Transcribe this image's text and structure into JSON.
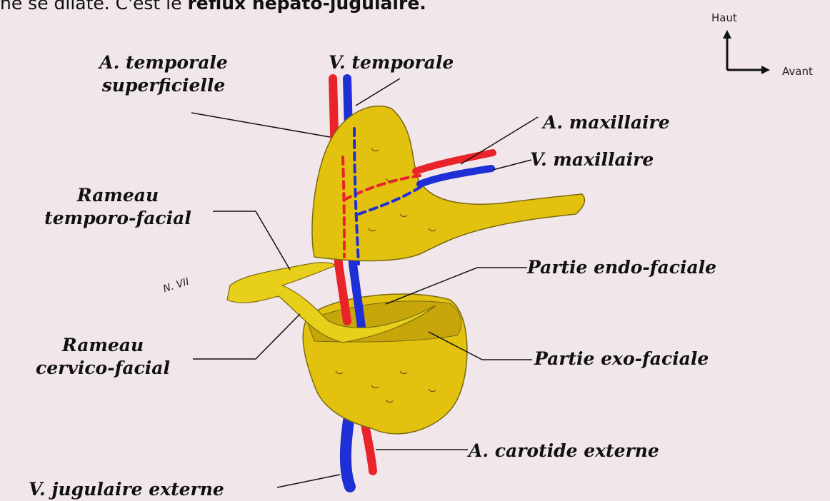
{
  "intro_line": {
    "prefix": "ne se dilate. C'est le ",
    "bold": "reflux hépato-jugulaire."
  },
  "orientation": {
    "up": "Haut",
    "forward": "Avant"
  },
  "labels": {
    "a_temporale_1": "A. temporale",
    "a_temporale_2": "superficielle",
    "v_temporale": "V. temporale",
    "a_maxillaire": "A. maxillaire",
    "v_maxillaire": "V. maxillaire",
    "rameau_tf_1": "Rameau",
    "rameau_tf_2": "temporo-facial",
    "partie_endo": "Partie endo-faciale",
    "rameau_cf_1": "Rameau",
    "rameau_cf_2": "cervico-facial",
    "partie_exo": "Partie exo-faciale",
    "a_carotide": "A. carotide externe",
    "v_jugulaire": "V. jugulaire externe",
    "nerve_mark": "N. VII"
  },
  "colors": {
    "background": "#f1e7ea",
    "gland": "#e2c20f",
    "artery": "#e8232a",
    "vein": "#1f2fd6"
  }
}
